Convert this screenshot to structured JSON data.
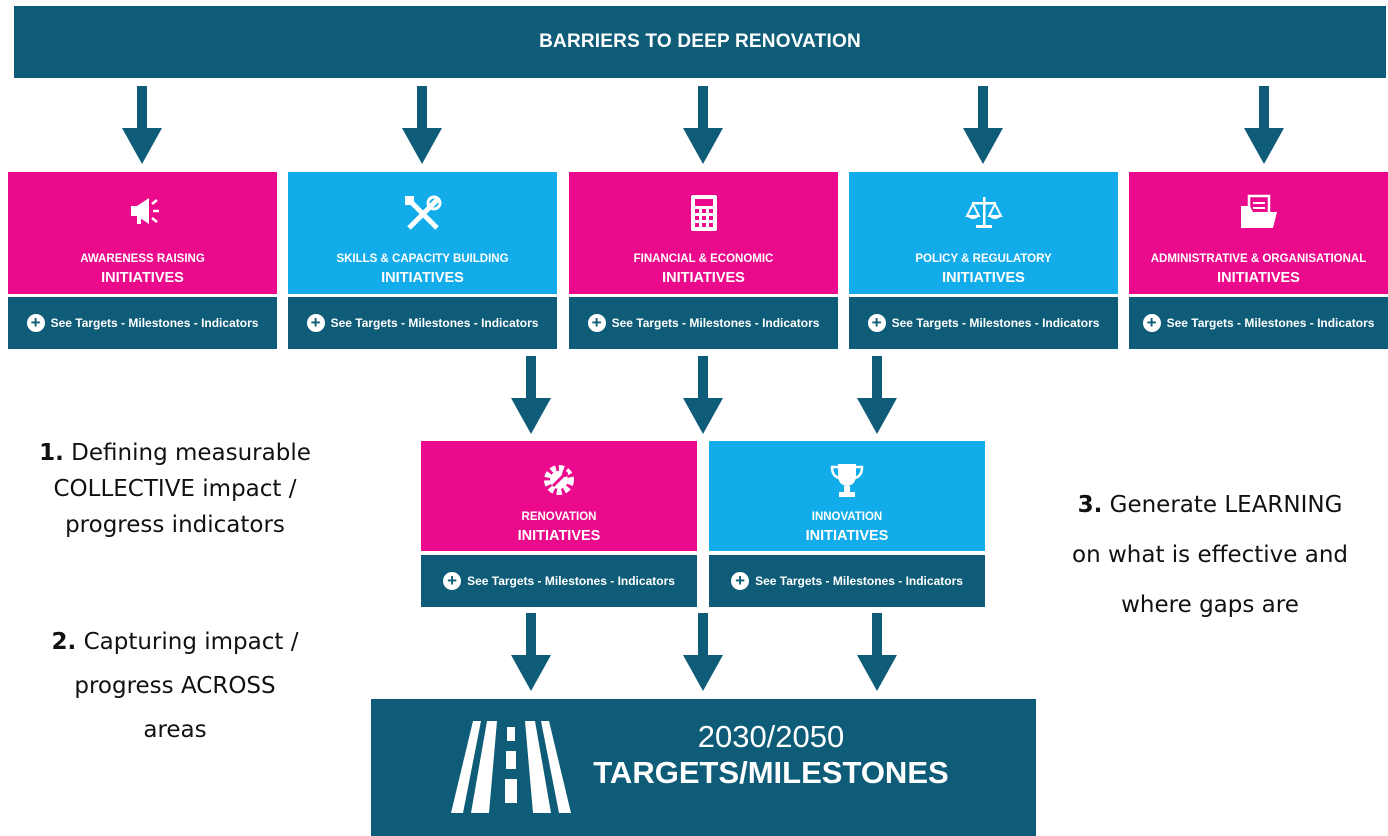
{
  "banner": {
    "title": "BARRIERS TO DEEP RENOVATION"
  },
  "initiatives": [
    {
      "line1": "AWARENESS RAISING",
      "line2": "INITIATIVES",
      "color": "#eb0a8b",
      "icon": "megaphone-icon",
      "link": "See Targets - Milestones - Indicators"
    },
    {
      "line1": "SKILLS & CAPACITY BUILDING",
      "line2": "INITIATIVES",
      "color": "#12aceb",
      "icon": "tools-icon",
      "link": "See Targets - Milestones - Indicators"
    },
    {
      "line1": "FINANCIAL & ECONOMIC",
      "line2": "INITIATIVES",
      "color": "#eb0a8b",
      "icon": "calculator-icon",
      "link": "See Targets - Milestones - Indicators"
    },
    {
      "line1": "POLICY & REGULATORY",
      "line2": "INITIATIVES",
      "color": "#12aceb",
      "icon": "scales-icon",
      "link": "See Targets - Milestones - Indicators"
    },
    {
      "line1": "ADMINISTRATIVE & ORGANISATIONAL",
      "line2": "INITIATIVES",
      "color": "#eb0a8b",
      "icon": "folder-icon",
      "link": "See Targets - Milestones - Indicators"
    }
  ],
  "middle": [
    {
      "line1": "RENOVATION",
      "line2": "INITIATIVES",
      "color": "#eb0a8b",
      "icon": "gear-wrench-icon",
      "link": "See Targets - Milestones - Indicators"
    },
    {
      "line1": "INNOVATION",
      "line2": "INITIATIVES",
      "color": "#12aceb",
      "icon": "trophy-icon",
      "link": "See Targets - Milestones - Indicators"
    }
  ],
  "notes": {
    "n1": {
      "num": "1.",
      "text": "Defining measurable",
      "line2": "COLLECTIVE impact /",
      "line3": "progress indicators"
    },
    "n2": {
      "num": "2.",
      "text": "Capturing impact /",
      "line2": "progress ACROSS",
      "line3": "areas"
    },
    "n3": {
      "num": "3.",
      "text": "Generate LEARNING",
      "line2": "on what is effective and",
      "line3": "where gaps are"
    }
  },
  "target": {
    "years": "2030/2050",
    "label": "TARGETS/MILESTONES",
    "icon": "road-icon"
  },
  "colors": {
    "navy": "#0e5c78",
    "pink": "#eb0a8b",
    "blue": "#12aceb"
  }
}
